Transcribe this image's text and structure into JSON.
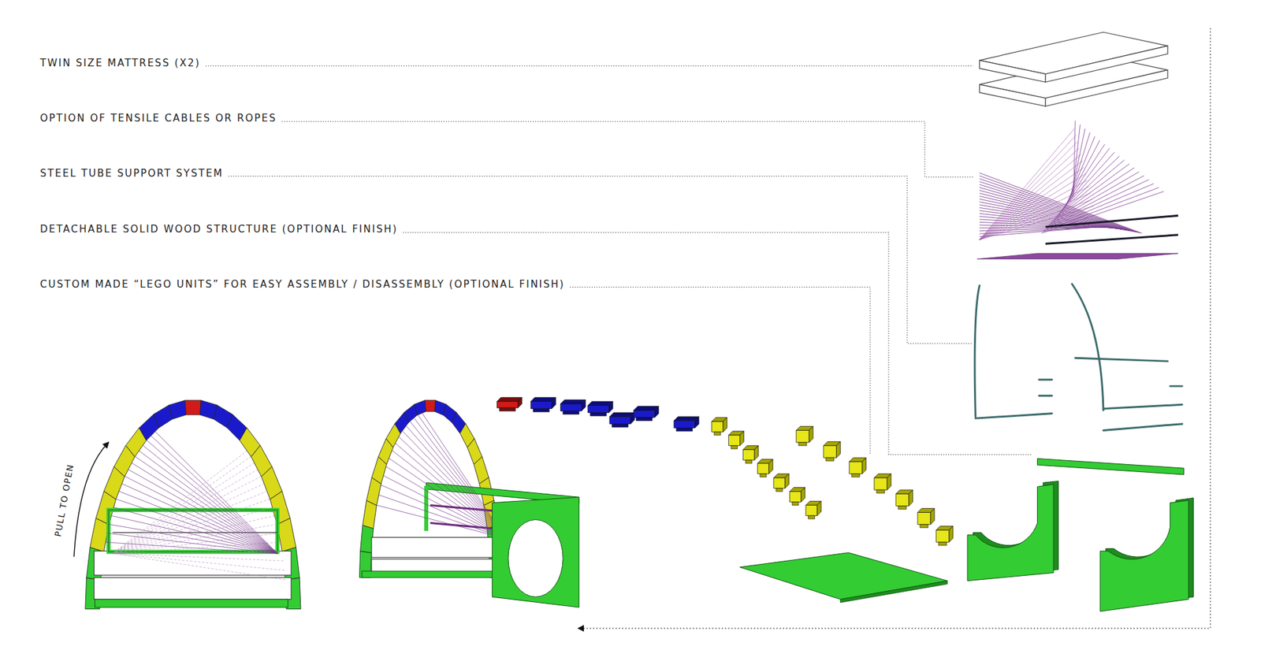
{
  "diagram": {
    "labels": [
      "TWIN SIZE MATTRESS (X2)",
      "OPTION OF TENSILE CABLES OR ROPES",
      "STEEL TUBE SUPPORT SYSTEM",
      "DETACHABLE SOLID WOOD STRUCTURE (OPTIONAL FINISH)",
      "CUSTOM MADE “LEGO UNITS” FOR EASY ASSEMBLY / DISASSEMBLY (OPTIONAL FINISH)",
      "PULL TO OPEN"
    ]
  }
}
